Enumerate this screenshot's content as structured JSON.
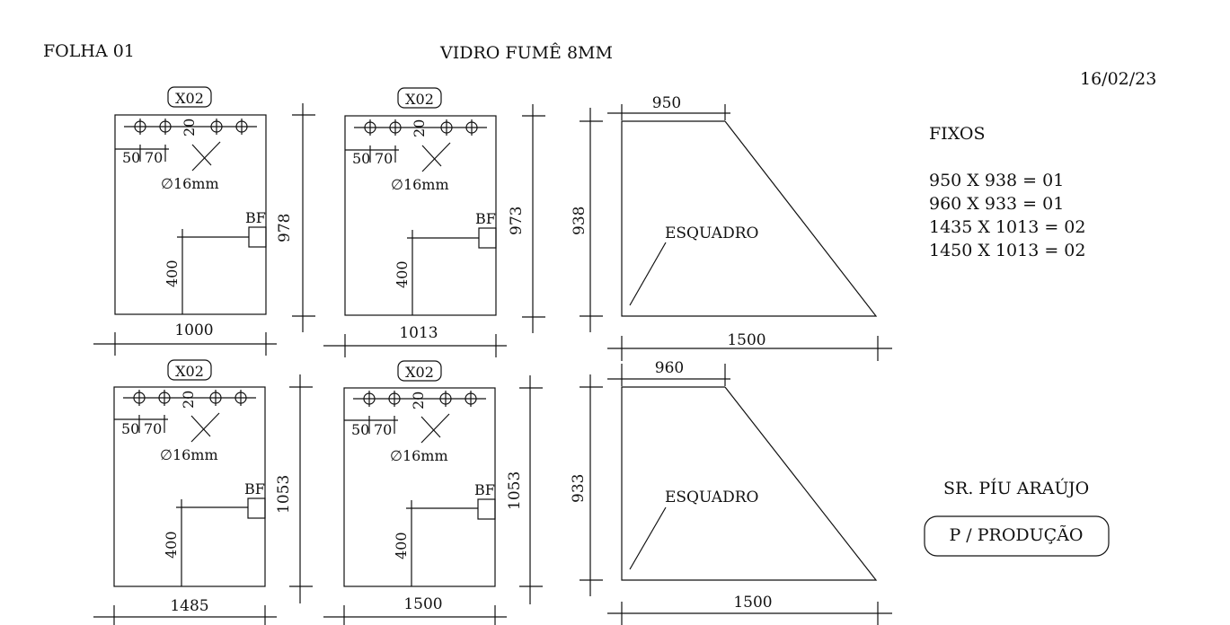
{
  "header": {
    "sheet_label": "FOLHA 01",
    "title": "VIDRO FUMÊ 8MM",
    "date": "16/02/23"
  },
  "common": {
    "tag": "X02",
    "hole_spacing_a": "50",
    "hole_spacing_b": "70",
    "hole_offset": "20",
    "hole_diameter": "∅16mm",
    "bf_label": "BF",
    "bf_height": "400",
    "esquadro_label": "ESQUADRO"
  },
  "panels": [
    {
      "width": "1000",
      "height": "978"
    },
    {
      "width": "1013",
      "height": "973"
    },
    {
      "width": "1485",
      "height": "1053"
    },
    {
      "width": "1500",
      "height": "1053"
    }
  ],
  "trapezoids": [
    {
      "top": "950",
      "bottom": "1500",
      "height": "938"
    },
    {
      "top": "960",
      "bottom": "1500",
      "height": "933"
    }
  ],
  "fixos": {
    "heading": "FIXOS",
    "items": [
      "950 X 938 = 01",
      "960 X 933 = 01",
      "1435 X 1013 = 02",
      "1450 X 1013 = 02"
    ]
  },
  "client": "SR. PÍU ARAÚJO",
  "production_label": "P / PRODUÇÃO"
}
